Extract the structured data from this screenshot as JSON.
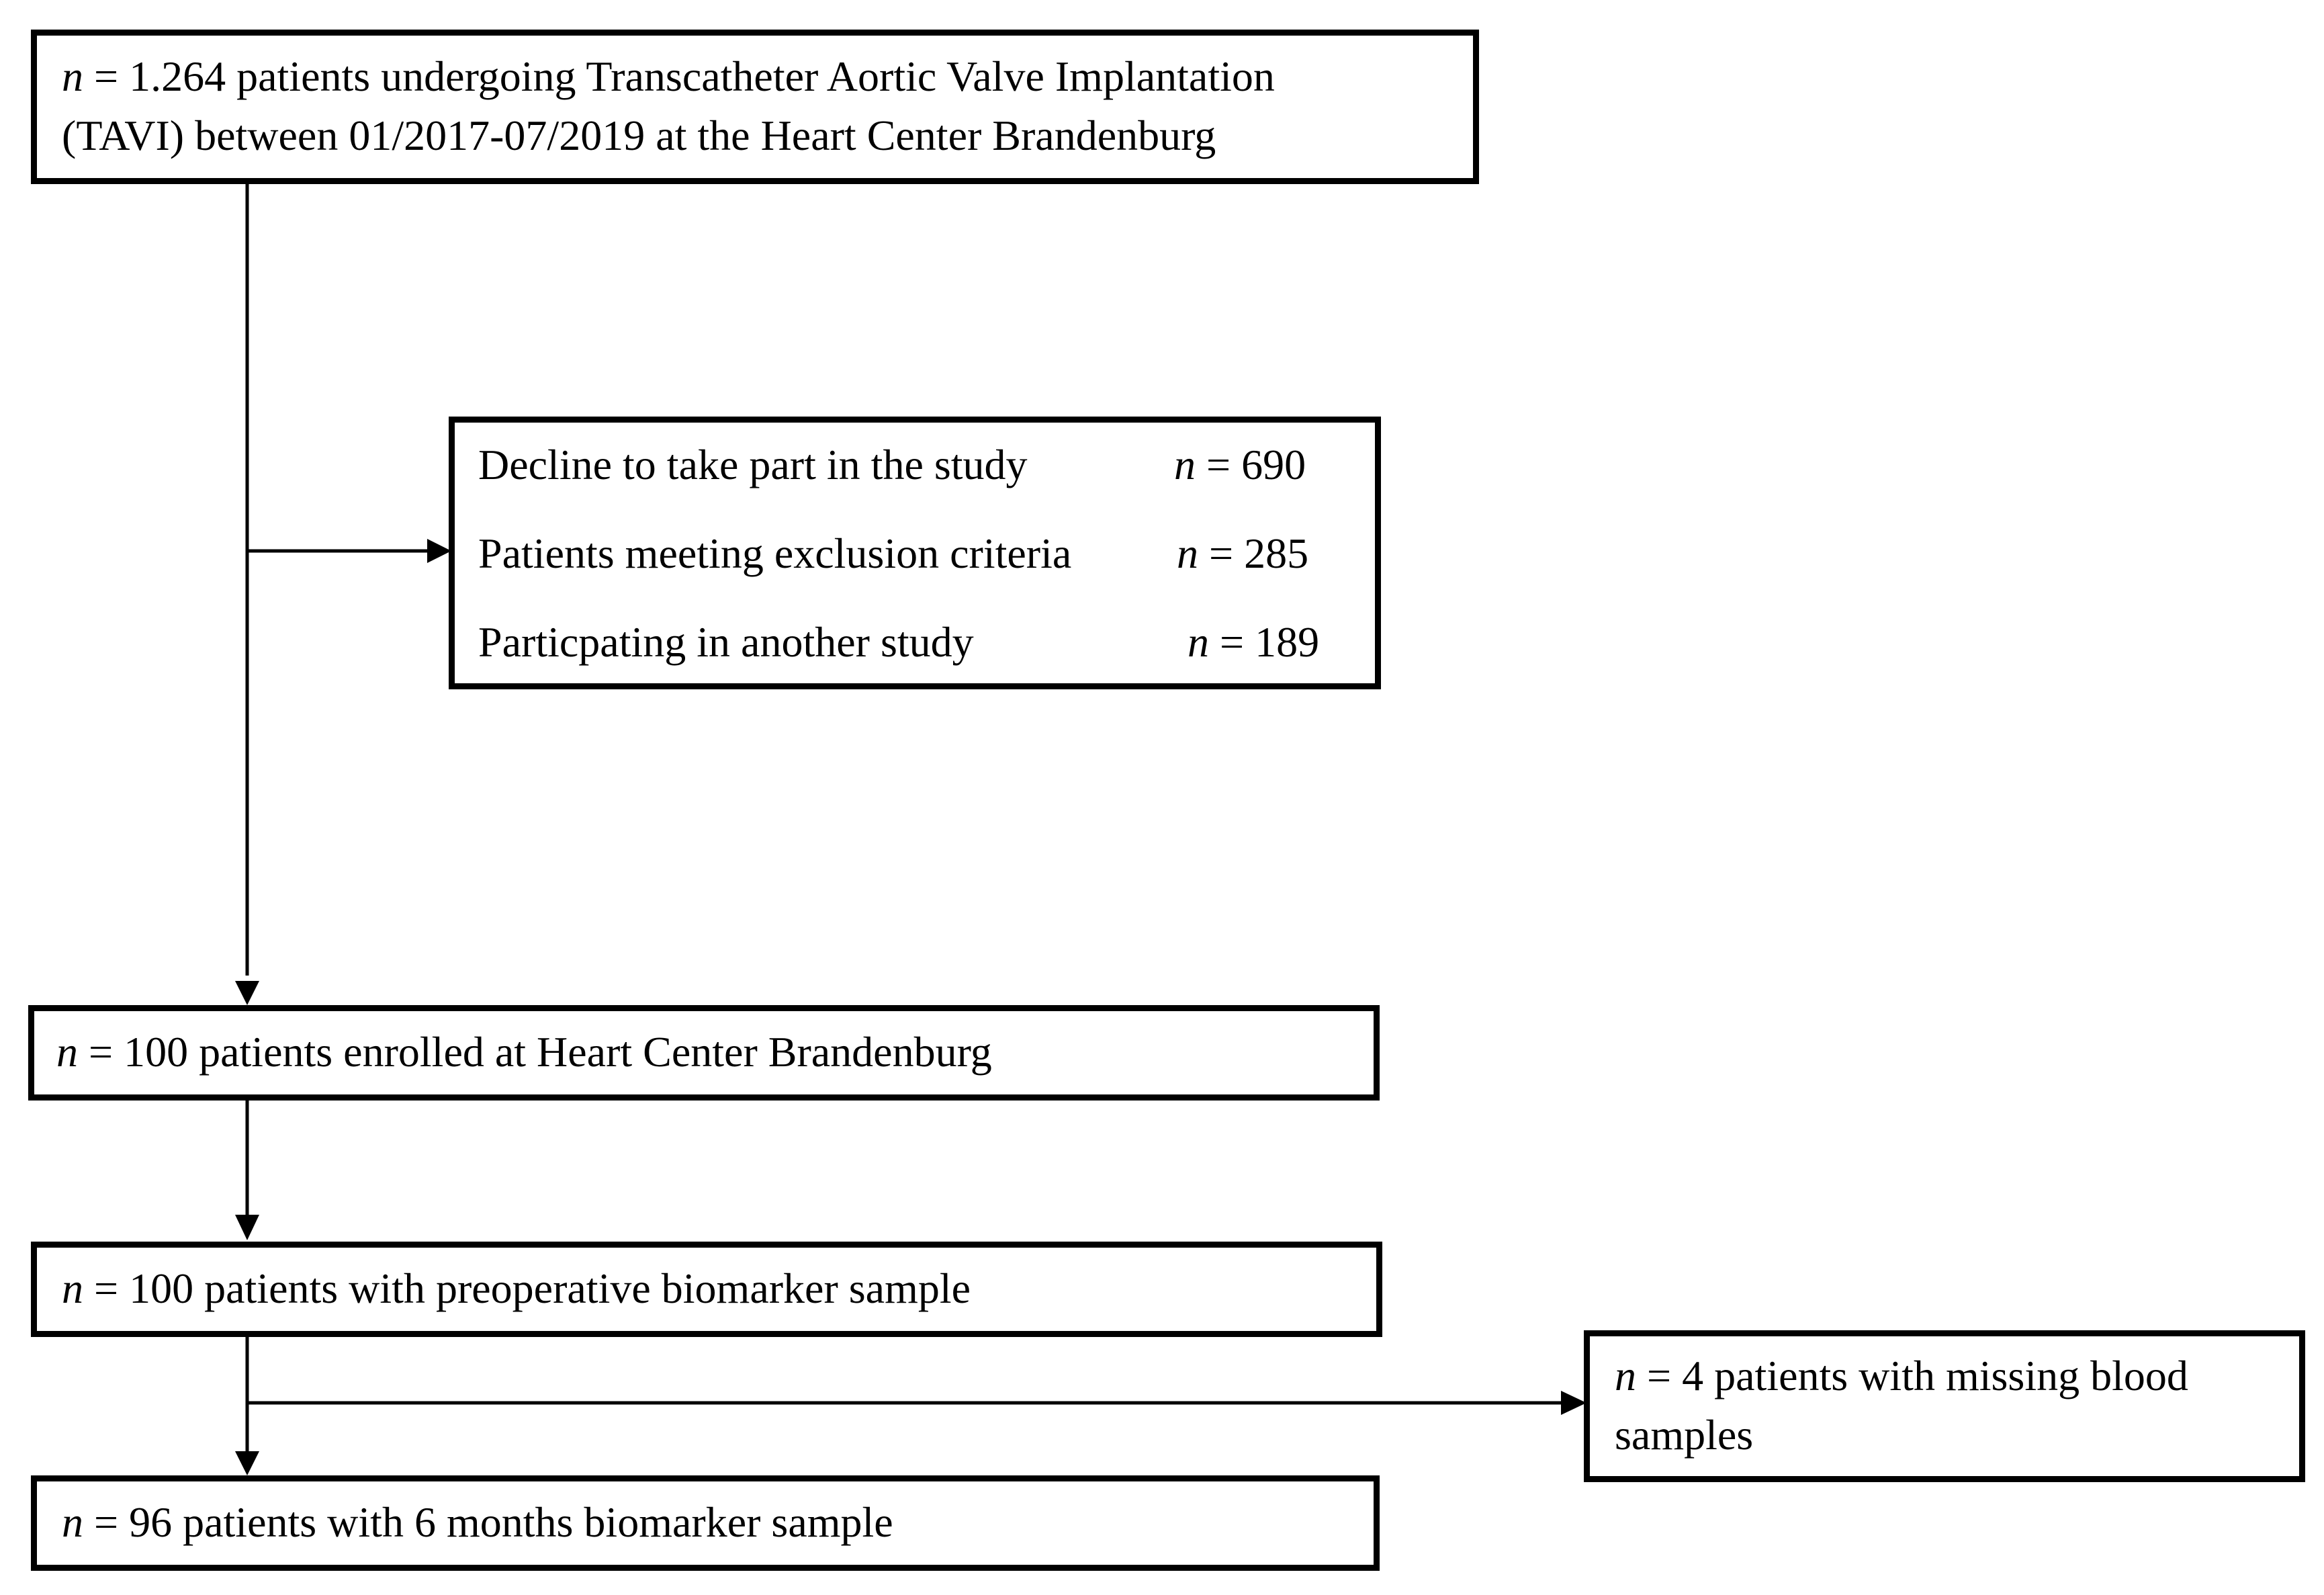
{
  "symbol": "n",
  "eq": " = ",
  "box_total": {
    "value": "1.264",
    "line1_rest": " patients undergoing Transcatheter Aortic Valve Implantation",
    "line2": "(TAVI) between 01/2017-07/2019 at the Heart Center Brandenburg"
  },
  "box_exclusions": {
    "items": [
      {
        "label": "Decline to take part in the study",
        "count": "690"
      },
      {
        "label": "Patients meeting exclusion criteria",
        "count": "285"
      },
      {
        "label": "Particpating in another study",
        "count": "189"
      }
    ]
  },
  "box_enrolled": {
    "value": "100",
    "rest": " patients enrolled at Heart Center Brandenburg"
  },
  "box_preop": {
    "value": "100",
    "rest": " patients with preoperative biomarker sample"
  },
  "box_missing": {
    "value": "4",
    "line1_rest": " patients with missing blood",
    "line2": "samples"
  },
  "box_six_months": {
    "value": "96",
    "rest": " patients with 6 months biomarker sample"
  },
  "colors": {
    "line": "#000000",
    "background": "#ffffff"
  }
}
